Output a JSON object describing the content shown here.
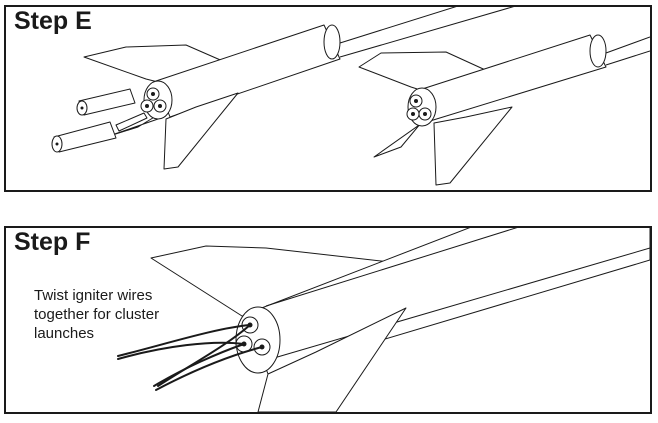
{
  "steps": [
    {
      "title": "Step E",
      "illustrations": [
        "rocket-with-loose-engines",
        "rocket-with-installed-engine-cluster"
      ]
    },
    {
      "title": "Step F",
      "caption": "Twist igniter wires together for cluster launches",
      "caption_lines": [
        "Twist igniter wires",
        "together for cluster",
        "launches"
      ]
    }
  ],
  "colors": {
    "ink": "#1a1a1a",
    "background": "#ffffff"
  }
}
